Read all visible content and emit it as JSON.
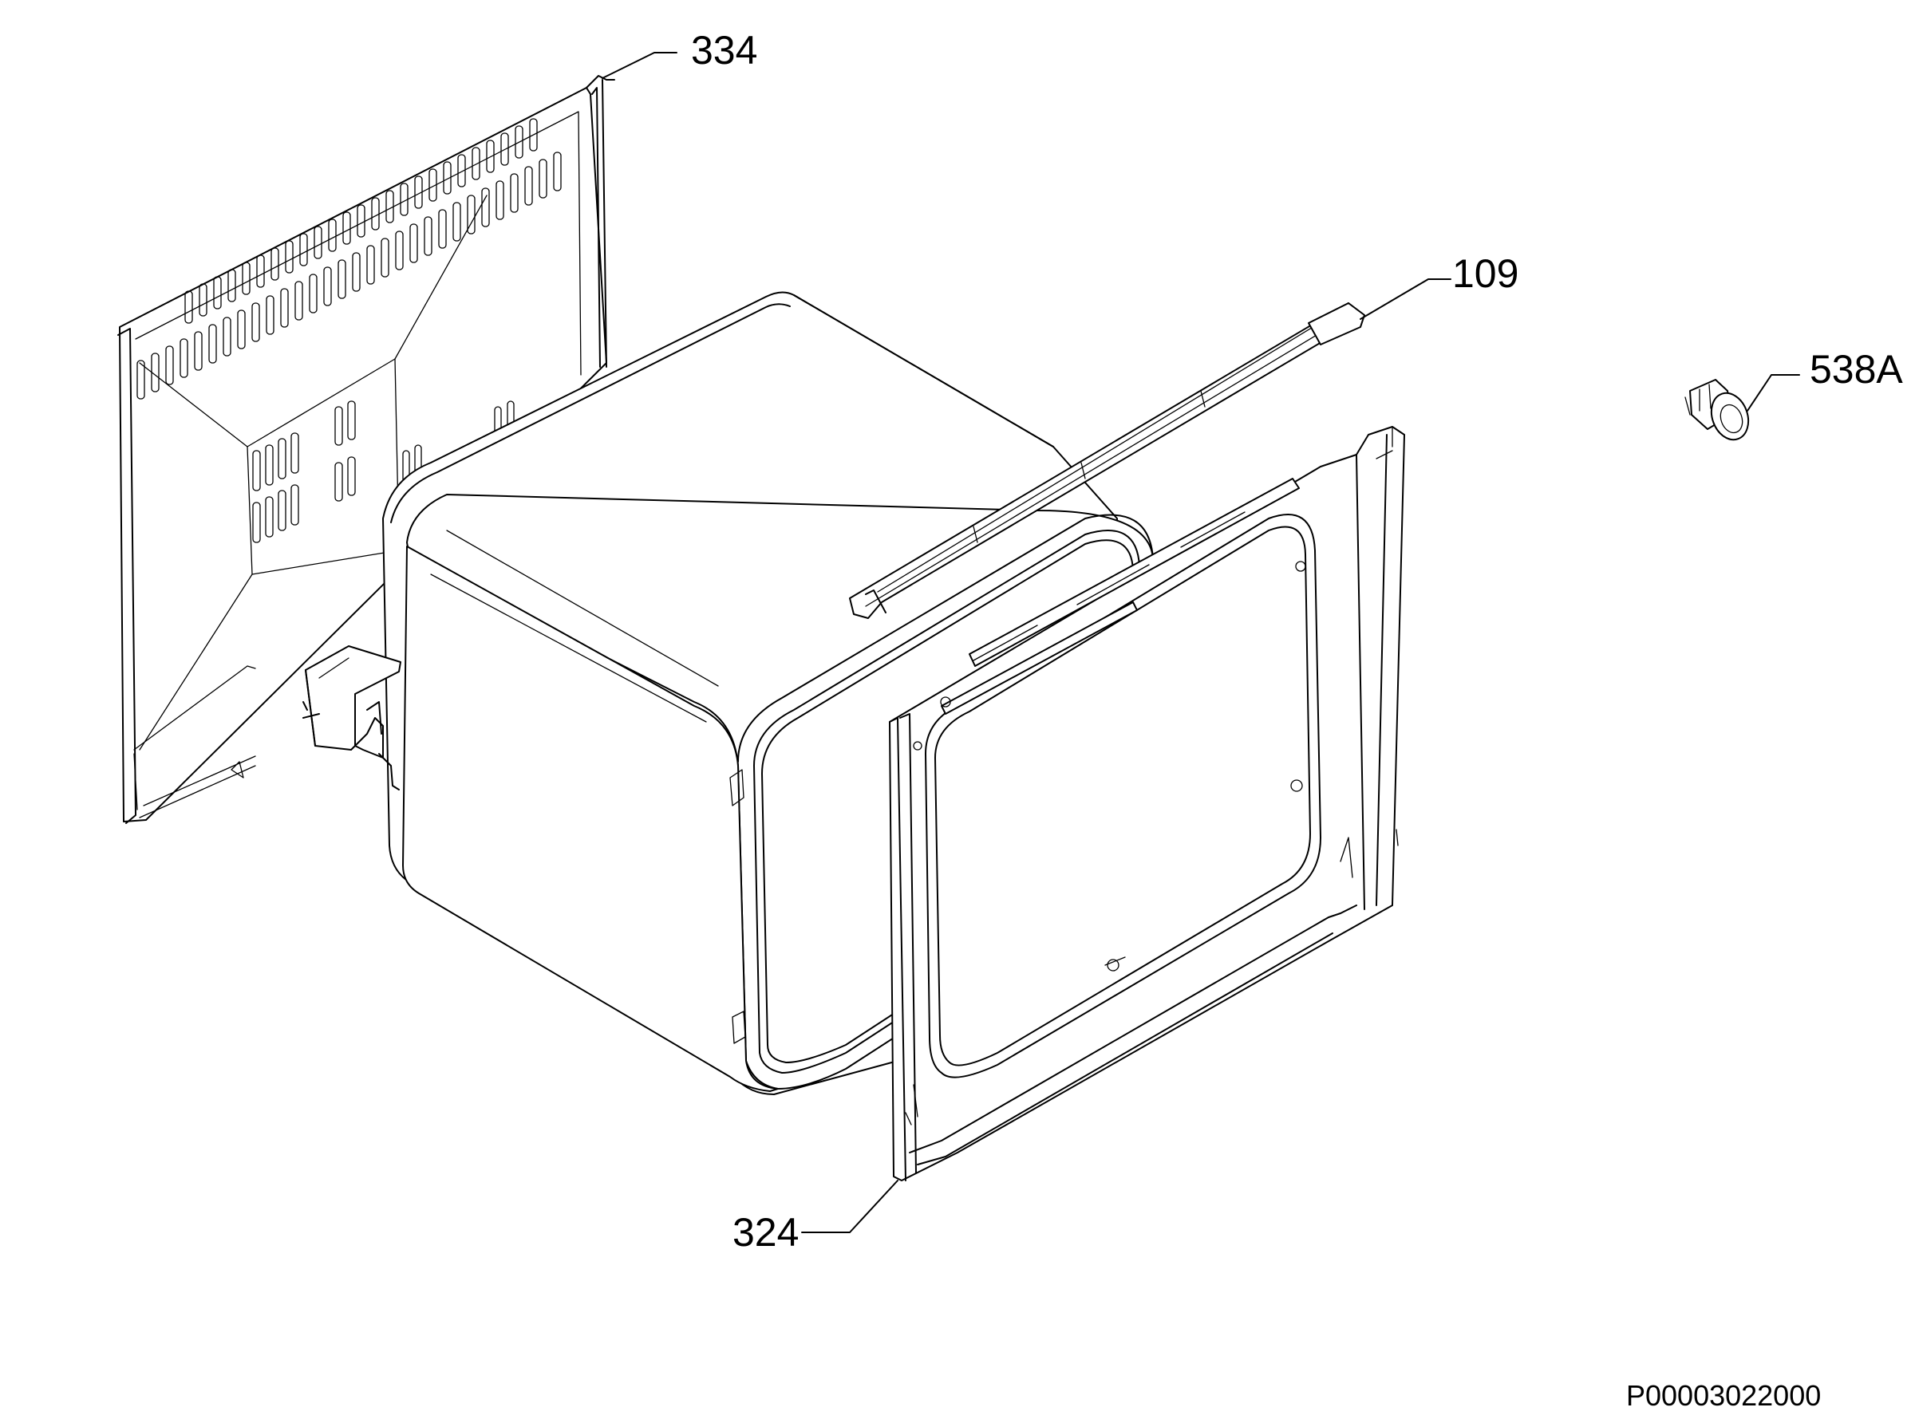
{
  "callouts": {
    "part_334": "334",
    "part_109": "109",
    "part_538a": "538A",
    "part_324": "324"
  },
  "drawing_code": "P00003022000"
}
